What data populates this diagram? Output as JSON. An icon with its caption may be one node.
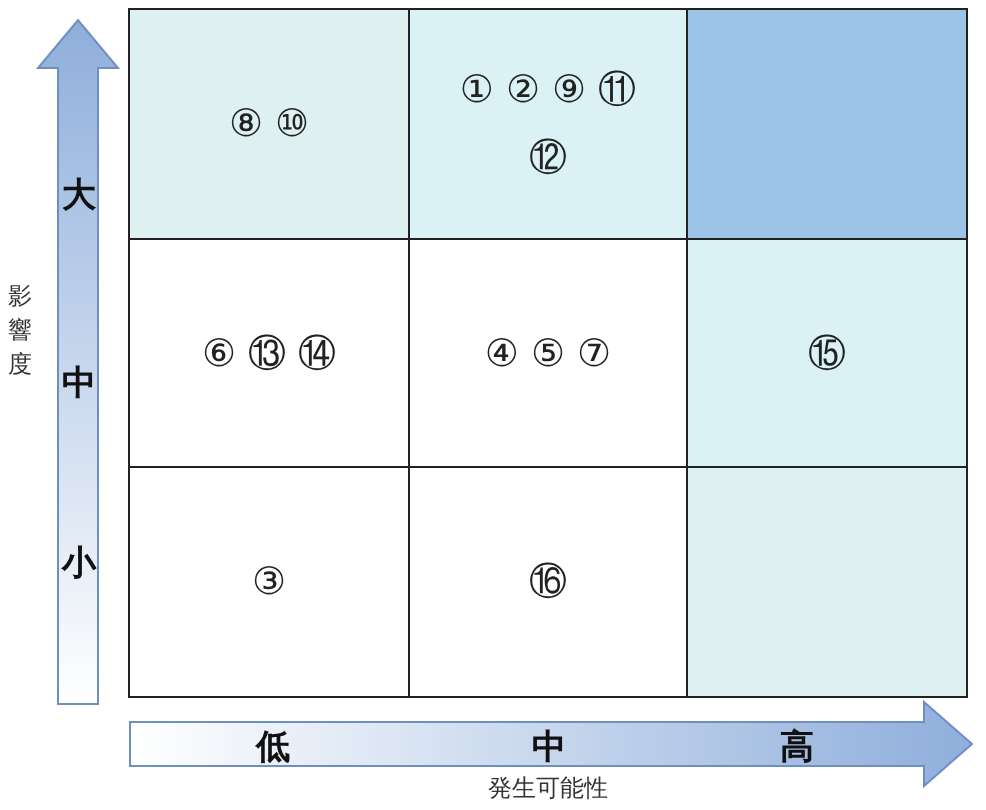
{
  "diagram": {
    "nodes": [
      {
        "text": [
          "⑧ ⑩"
        ]
      },
      {
        "text": [
          "① ② ⑨ ⑪ ⑫"
        ]
      },
      {
        "text": [],
        "shape": "box"
      },
      {
        "text": [
          "⑥ ⑬ ⑭"
        ]
      },
      {
        "text": [
          "④ ⑤ ⑦"
        ]
      },
      {
        "text": [
          "⑮"
        ]
      },
      {
        "text": [
          "③"
        ]
      },
      {
        "text": [
          "⑯"
        ]
      },
      {
        "text": [],
        "shape": "box"
      }
    ],
    "edges": [],
    "labels": [
      "大",
      "中",
      "小",
      "影響度",
      "低",
      "中",
      "高",
      "発生可能性"
    ]
  }
}
